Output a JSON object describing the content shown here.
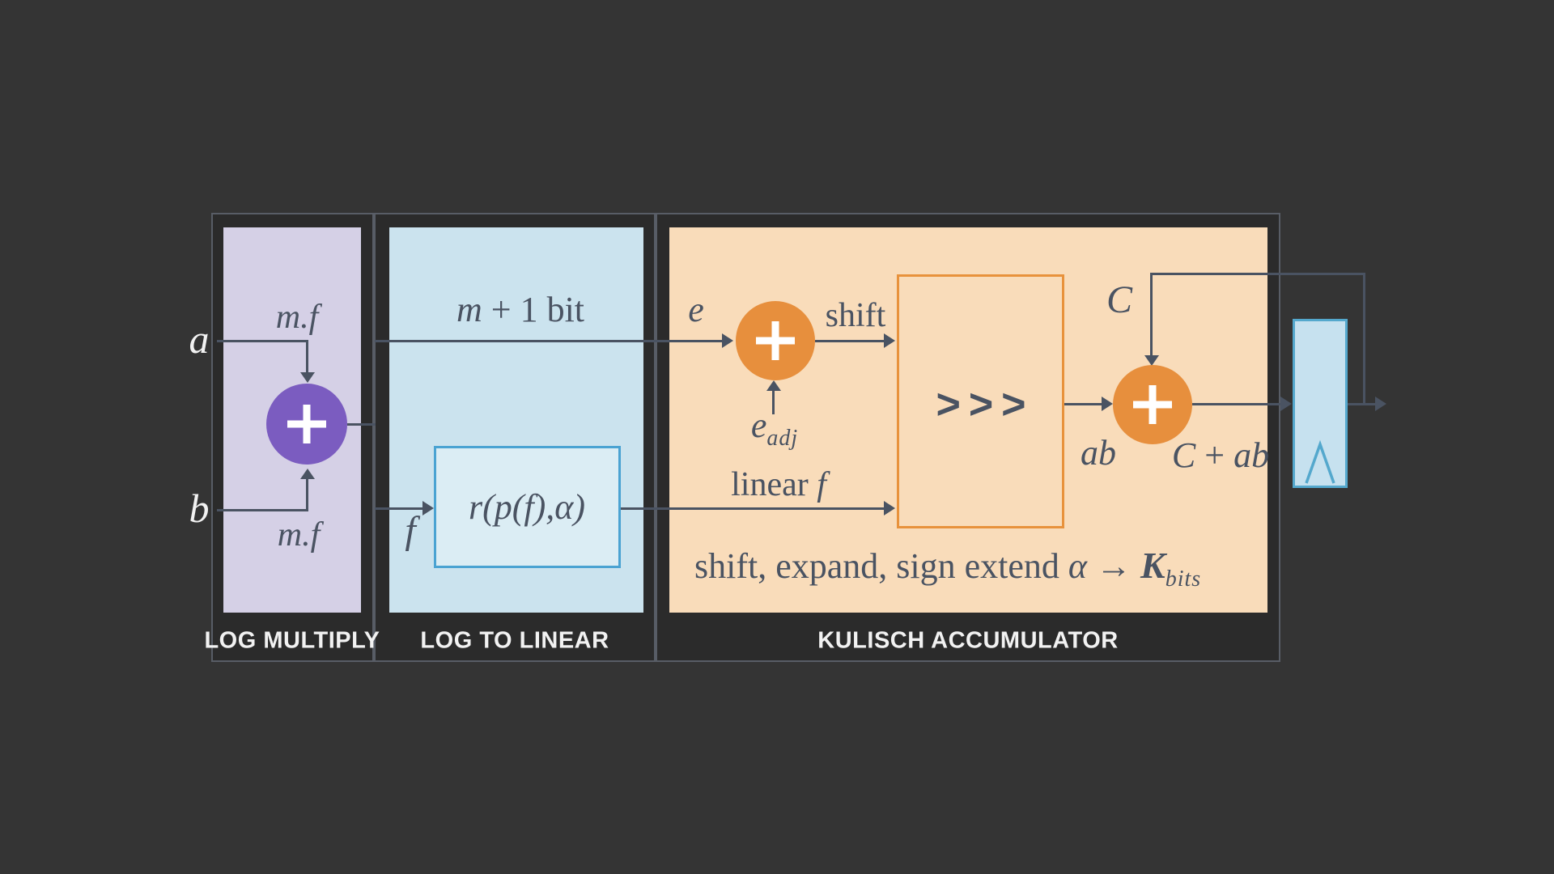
{
  "sections": [
    {
      "label": "LOG MULTIPLY"
    },
    {
      "label": "LOG TO LINEAR"
    },
    {
      "label": "KULISCH ACCUMULATOR"
    }
  ],
  "labels": {
    "input_a": "a",
    "input_b": "b",
    "mf_top": "m.f",
    "mf_bottom": "m.f",
    "m_plus_1_bit": {
      "var": "m",
      "rest": " + 1 bit"
    },
    "f_in": "f",
    "r_box": "r(p(f),α)",
    "e_in": "e",
    "shift_out": "shift",
    "e_adj": {
      "base": "e",
      "sub": "adj"
    },
    "linear_f": {
      "text": "linear ",
      "var": "f"
    },
    "shifter": ">>>",
    "c_in": "C",
    "ab": "ab",
    "c_plus_ab": {
      "c": "C",
      "plus": " + ",
      "ab": "ab"
    },
    "note": {
      "text": "shift, expand, sign extend ",
      "alpha": "α",
      "arrow": " → ",
      "k": "K",
      "k_sub": "bits"
    },
    "plus": "+"
  },
  "colors": {
    "background": "#343434",
    "section_bg": "#2b2b2b",
    "section_border": "#585d66",
    "ink": "#4a5362",
    "white": "#f2f2f2",
    "purple_fill": "#d5d0e6",
    "purple_circle": "#7b5cc0",
    "blue_fill": "#cbe3ee",
    "rbox_fill": "#dbedf4",
    "rbox_border": "#4aa3d2",
    "orange_fill": "#f9dcba",
    "orange_circle": "#e78f3d",
    "shifter_border": "#e8923c",
    "register_fill": "#c6e1ef",
    "register_border": "#54a8cd"
  }
}
